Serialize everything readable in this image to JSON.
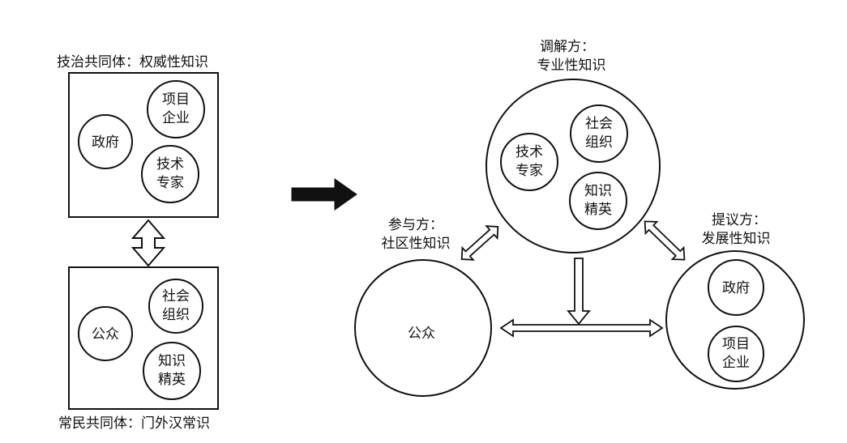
{
  "left": {
    "technocracy_caption": "技治共同体：权威性知识",
    "commons_caption": "常民共同体：门外汉常识",
    "gov_label": "政府",
    "project_enterprise_lines": [
      "项目",
      "企业"
    ],
    "tech_expert_lines": [
      "技术",
      "专家"
    ],
    "public_label": "公众",
    "social_org_lines": [
      "社会",
      "组织"
    ],
    "knowledge_elite_lines": [
      "知识",
      "精英"
    ]
  },
  "right": {
    "mediator_caption_lines": [
      "调解方：",
      "专业性知识"
    ],
    "participant_caption_lines": [
      "参与方：",
      "社区性知识"
    ],
    "proposer_caption_lines": [
      "提议方：",
      "发展性知识"
    ],
    "tech_expert_lines": [
      "技术",
      "专家"
    ],
    "social_org_lines": [
      "社会",
      "组织"
    ],
    "knowledge_elite_lines": [
      "知识",
      "精英"
    ],
    "public_label": "公众",
    "gov_label": "政府",
    "project_enterprise_lines": [
      "项目",
      "企业"
    ]
  },
  "colors": {
    "stroke": "#111111",
    "background": "#ffffff"
  }
}
